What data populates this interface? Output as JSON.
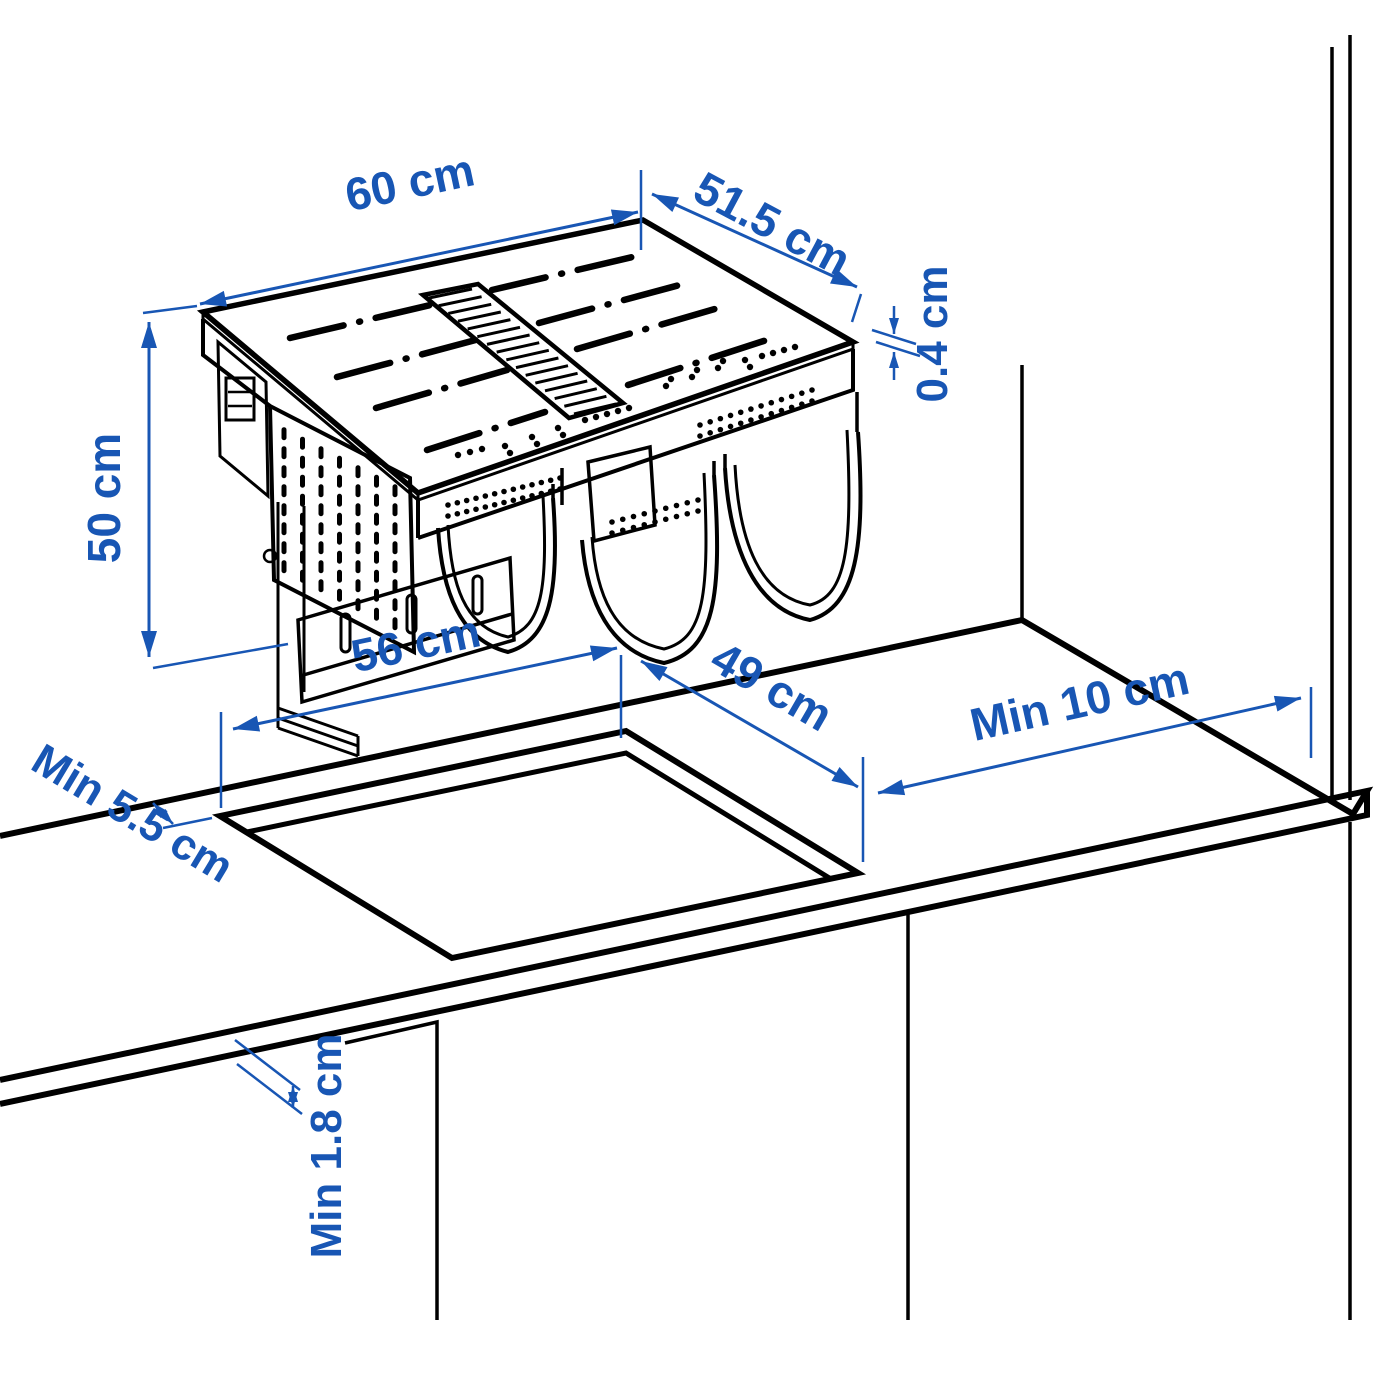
{
  "diagram": {
    "type": "product-installation-dimension-diagram",
    "product": "induction-hob-with-integrated-extractor",
    "colors": {
      "dimension_blue": "#1856b4",
      "line_black": "#000000",
      "background": "#ffffff"
    },
    "labels": {
      "hob_width": "60 cm",
      "hob_depth": "51.5 cm",
      "glass_thickness": "0.4 cm",
      "unit_height": "50 cm",
      "cutout_width": "56 cm",
      "cutout_depth": "49 cm",
      "side_clearance": "Min 10 cm",
      "back_clearance": "Min 5.5 cm",
      "worktop_thickness": "Min 1.8 cm"
    }
  }
}
